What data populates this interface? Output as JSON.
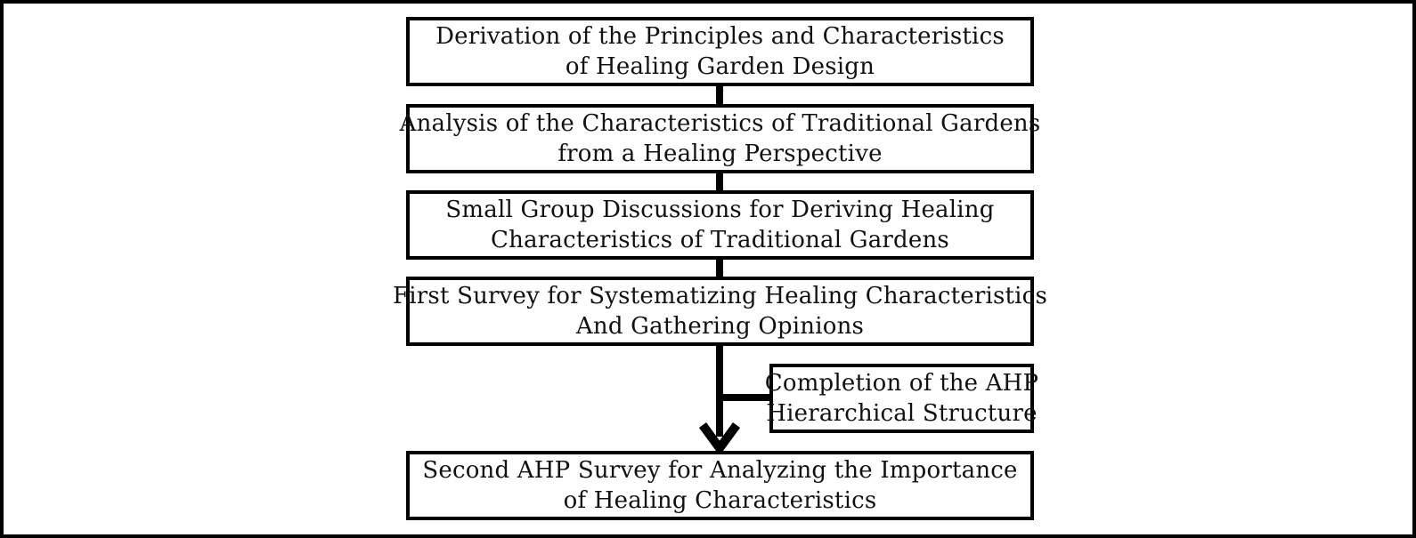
{
  "colors": {
    "line": "#000000",
    "text": "#111111",
    "background": "#ffffff"
  },
  "diagram": {
    "title": "Research process flowchart",
    "steps": [
      {
        "line1": "Derivation of the Principles and Characteristics",
        "line2": "of Healing Garden Design"
      },
      {
        "line1": "Analysis of the Characteristics of Traditional Gardens",
        "line2": "from a Healing Perspective"
      },
      {
        "line1": "Small Group Discussions for Deriving Healing",
        "line2": "Characteristics of Traditional Gardens"
      },
      {
        "line1": "First Survey for Systematizing Healing Characteristics",
        "line2": "And Gathering Opinions"
      },
      {
        "line1": "Second AHP Survey for Analyzing the Importance",
        "line2": "of Healing Characteristics"
      }
    ],
    "side_box": {
      "line1": "Completion of the AHP",
      "line2": "Hierarchical Structure"
    }
  }
}
